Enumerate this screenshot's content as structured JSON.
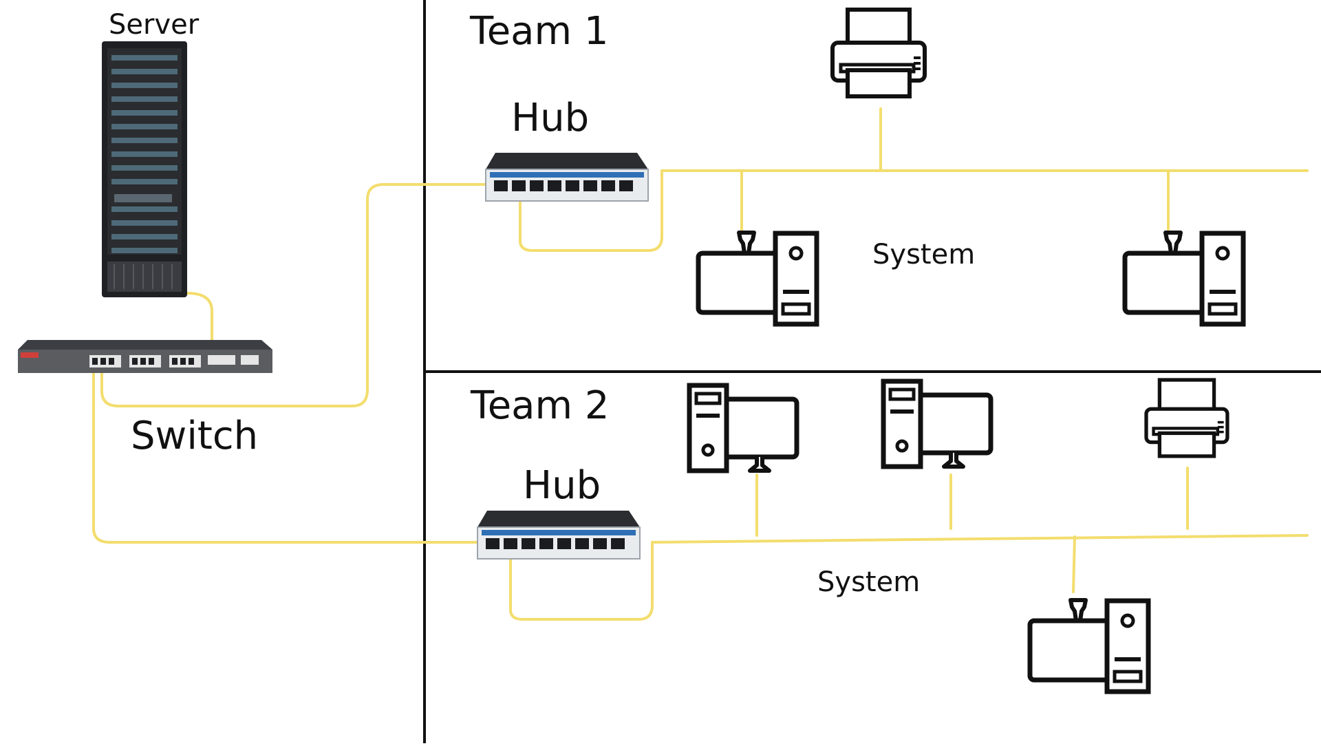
{
  "labels": {
    "server": "Server",
    "switch": "Switch",
    "team1": "Team 1",
    "team1_hub": "Hub",
    "team1_system": "System",
    "team2": "Team 2",
    "team2_hub": "Hub",
    "team2_system": "System"
  },
  "colors": {
    "cable": "#F3DD6E",
    "divider": "#111111",
    "icon_stroke": "#111111",
    "hub_body": "#E9ECEF",
    "hub_port_strip": "#2F6FB6",
    "device_dark": "#2A2C30",
    "switch_body": "#5A5C60"
  },
  "icons": {
    "server": "server-rack-icon",
    "switch": "network-switch-icon",
    "hub": "network-hub-icon",
    "printer": "printer-icon",
    "workstation": "desktop-computer-icon"
  }
}
